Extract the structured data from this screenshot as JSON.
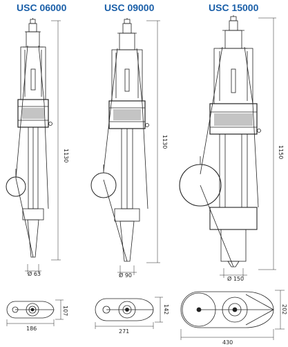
{
  "colors": {
    "title": "#1a5fa8",
    "line": "#222222"
  },
  "models": [
    {
      "name": "USC 06000",
      "height_dim": "1130",
      "diameter_dim": "Ø 63",
      "length_dim": "186",
      "width_dim": "107"
    },
    {
      "name": "USC 09000",
      "height_dim": "1130",
      "diameter_dim": "Ø 90",
      "length_dim": "271",
      "width_dim": "142"
    },
    {
      "name": "USC 15000",
      "height_dim": "1150",
      "diameter_dim": "Ø 150",
      "length_dim": "430",
      "width_dim": "202"
    }
  ]
}
